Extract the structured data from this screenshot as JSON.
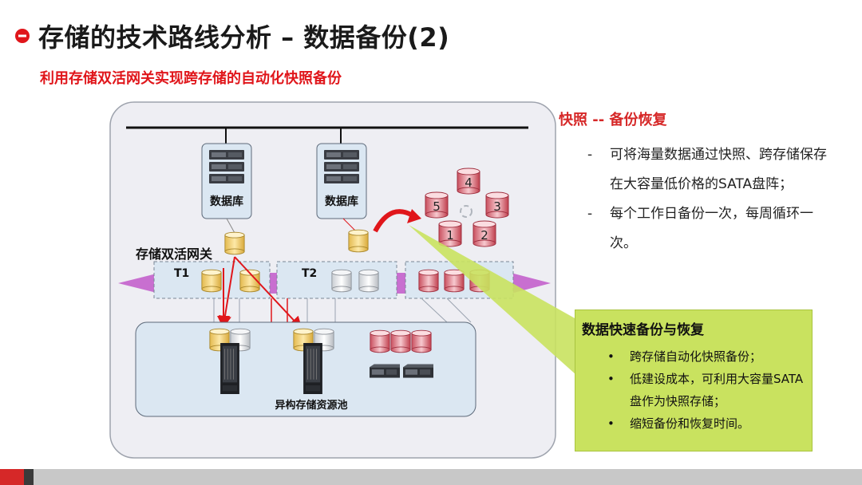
{
  "header": {
    "title": "存储的技术路线分析 – 数据备份(2)",
    "subtitle": "利用存储双活网关实现跨存储的自动化快照备份"
  },
  "diagram": {
    "db1_label": "数据库",
    "db2_label": "数据库",
    "gateway_label": "存储双活网关",
    "t1_label": "T1",
    "t2_label": "T2",
    "pool_label": "异构存储资源池",
    "snapshot_numbers": [
      "4",
      "5",
      "3",
      "1",
      "2"
    ]
  },
  "right_panel": {
    "heading": "快照  -- 备份恢复",
    "bullets": [
      "可将海量数据通过快照、跨存储保存在大容量低价格的SATA盘阵；",
      "每个工作日备份一次，每周循环一次。"
    ]
  },
  "callout": {
    "title": "数据快速备份与恢复",
    "items": [
      "跨存储自动化快照备份；",
      "低建设成本，可利用大容量SATA盘作为快照存储；",
      "缩短备份和恢复时间。"
    ]
  },
  "colors": {
    "title_red": "#e0161b",
    "accent_red": "#d62828",
    "callout_green": "#c9e25f",
    "diagram_bg": "#eeeef3",
    "gateway_bar": "#dbe7f2"
  },
  "icons": {
    "title_marker": "plus-circle-icon",
    "server": "server-rack-icon",
    "disk": "cylinder-disk-icon",
    "rack": "storage-cabinet-icon",
    "arrow": "curved-arrow-icon",
    "refresh": "refresh-icon"
  }
}
